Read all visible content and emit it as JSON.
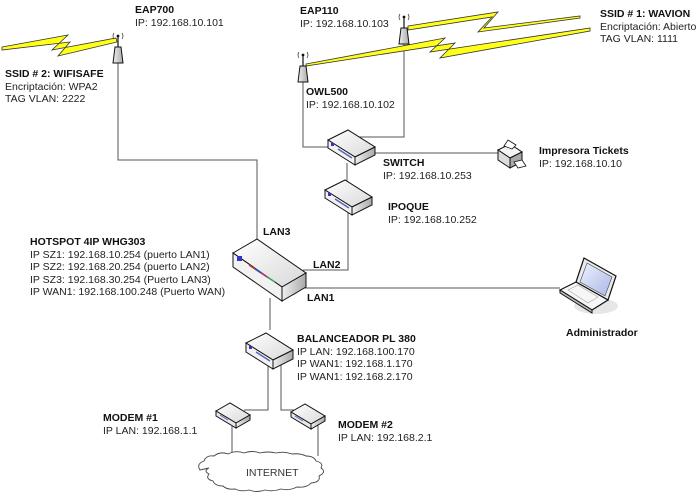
{
  "diagram": {
    "title": "Red Hotspot",
    "colors": {
      "line": "#555555",
      "bolt_fill": "#ffff1a",
      "bolt_stroke": "#333333",
      "device_top": "#f4f4f4",
      "device_side": "#c8c8c8",
      "device_led": "#3333cc"
    },
    "nodes": {
      "eap700": {
        "title": "EAP700",
        "lines": [
          "IP: 192.168.10.101"
        ],
        "icon": "access-point-icon"
      },
      "eap110": {
        "title": "EAP110",
        "lines": [
          "IP: 192.168.10.103"
        ],
        "icon": "access-point-icon"
      },
      "owl500": {
        "title": "OWL500",
        "lines": [
          "IP: 192.168.10.102"
        ],
        "icon": "access-point-icon"
      },
      "ssid2": {
        "title": "SSID # 2: WIFISAFE",
        "lines": [
          "Encriptación: WPA2",
          "TAG VLAN: 2222"
        ]
      },
      "ssid1": {
        "title": "SSID # 1: WAVION",
        "lines": [
          "Encriptación: Abierto",
          "TAG VLAN: 1111"
        ]
      },
      "switch": {
        "title": "SWITCH",
        "lines": [
          "IP: 192.168.10.253"
        ],
        "icon": "switch-icon"
      },
      "printer": {
        "title": "Impresora Tickets",
        "lines": [
          "IP: 192.168.10.10"
        ],
        "icon": "printer-icon"
      },
      "ipoque": {
        "title": "IPOQUE",
        "lines": [
          "IP: 192.168.10.252"
        ],
        "icon": "switch-icon"
      },
      "hotspot": {
        "title": "HOTSPOT 4IP WHG303",
        "lines": [
          "IP SZ1: 192.168.10.254 (puerto LAN1)",
          "IP SZ2: 192.168.20.254 (puerto LAN2)",
          "IP SZ3: 192.168.30.254 (Puerto LAN3)",
          "IP WAN1: 192.168.100.248 (Puerto WAN)"
        ],
        "icon": "router-icon"
      },
      "admin": {
        "title": "Administrador",
        "lines": [],
        "icon": "laptop-icon"
      },
      "balancer": {
        "title": "BALANCEADOR PL 380",
        "lines": [
          "IP LAN: 192.168.100.170",
          "IP WAN1: 192.168.1.170",
          "IP WAN1: 192.168.2.170"
        ],
        "icon": "switch-icon"
      },
      "modem1": {
        "title": "MODEM #1",
        "lines": [
          "IP LAN: 192.168.1.1"
        ],
        "icon": "modem-icon"
      },
      "modem2": {
        "title": "MODEM #2",
        "lines": [
          "IP LAN: 192.168.2.1"
        ],
        "icon": "modem-icon"
      },
      "internet": {
        "title": "INTERNET",
        "icon": "cloud-icon"
      }
    },
    "ports": {
      "lan3": "LAN3",
      "lan2": "LAN2",
      "lan1": "LAN1"
    }
  }
}
